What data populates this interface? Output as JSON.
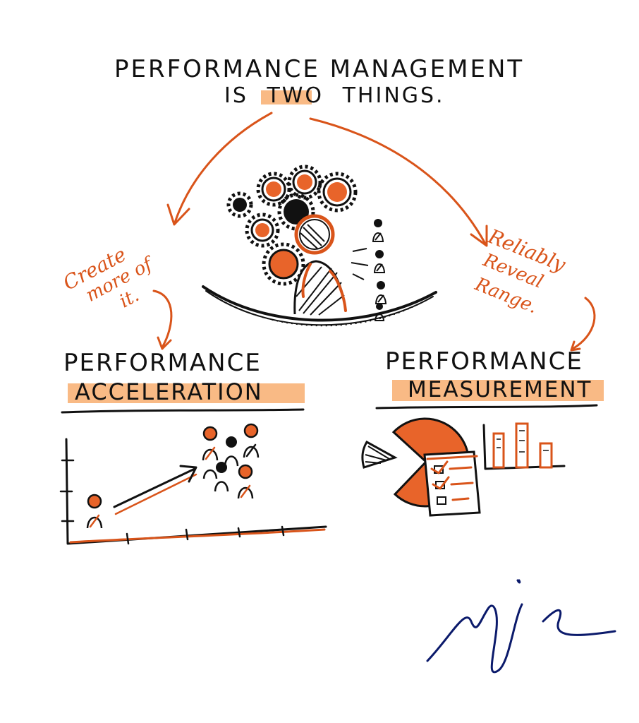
{
  "title": {
    "line1": "PERFORMANCE MANAGEMENT",
    "line2_pre": "IS",
    "line2_emph": "TWO",
    "line2_post": "THINGS."
  },
  "left": {
    "note_lines": [
      "Create",
      "more of",
      "it."
    ],
    "heading_top": "PERFORMANCE",
    "heading_bottom": "ACCELERATION"
  },
  "right": {
    "note_lines": [
      "Reliably",
      "Reveal",
      "Range."
    ],
    "heading_top": "PERFORMANCE",
    "heading_bottom": "MEASUREMENT"
  },
  "colors": {
    "ink": "#111111",
    "accent": "#d9541a",
    "highlight": "#f7a35c",
    "signature": "#0b1a6b"
  },
  "icons": [
    "gear-cluster-icon",
    "person-icon",
    "balance-beam-icon",
    "growth-chart-icon",
    "pie-chart-icon",
    "checklist-icon",
    "bar-chart-icon",
    "signature"
  ]
}
